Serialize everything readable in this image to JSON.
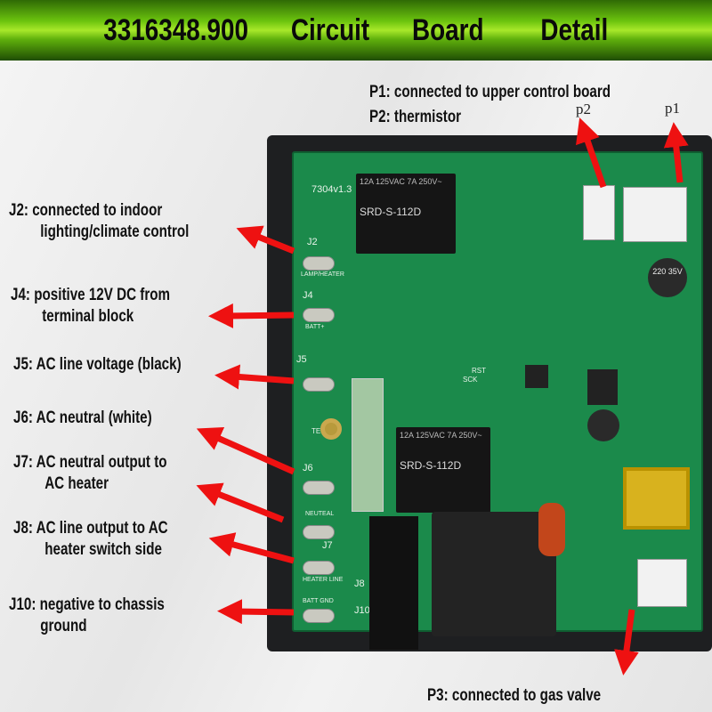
{
  "title": "3316348.900   Circuit   Board    Detail",
  "top_notes": [
    "P1: connected to upper control board",
    "P2: thermistor"
  ],
  "pin_labels": {
    "p1": "p1",
    "p2": "p2"
  },
  "callouts": [
    {
      "id": "J2",
      "line1": "J2: connected to indoor",
      "line2": "lighting/climate control"
    },
    {
      "id": "J4",
      "line1": "J4: positive 12V DC from",
      "line2": "terminal block"
    },
    {
      "id": "J5",
      "line1": "J5: AC line voltage (black)",
      "line2": ""
    },
    {
      "id": "J6",
      "line1": "J6: AC neutral (white)",
      "line2": ""
    },
    {
      "id": "J7",
      "line1": "J7: AC neutral output to",
      "line2": "AC heater"
    },
    {
      "id": "J8",
      "line1": "J8: AC line output to AC",
      "line2": "heater switch side"
    },
    {
      "id": "J10",
      "line1": "J10: negative to chassis",
      "line2": "ground"
    }
  ],
  "bottom_note": "P3: connected to gas valve",
  "board_silkscreen": {
    "version": "7304v1.3",
    "j2": "J2",
    "lamp": "LAMP/HEATER",
    "j4": "J4",
    "batt": "BATT+",
    "j5": "J5",
    "j6": "J6",
    "neutral": "NEUTEAL",
    "j7": "J7",
    "heater_line": "HEATER LINE",
    "j8": "J8",
    "batt_gnd": "BATT GND",
    "j10": "J10",
    "relay": "SRD-S-112D",
    "relay_rating": "12A 125VAC  7A 250V~",
    "test": "TEST",
    "rst": "RST",
    "sck": "SCK",
    "cap": "220 35V"
  },
  "colors": {
    "arrow": "#ee1111",
    "pcb": "#1b8a4b",
    "banner": "#6cc40e"
  }
}
